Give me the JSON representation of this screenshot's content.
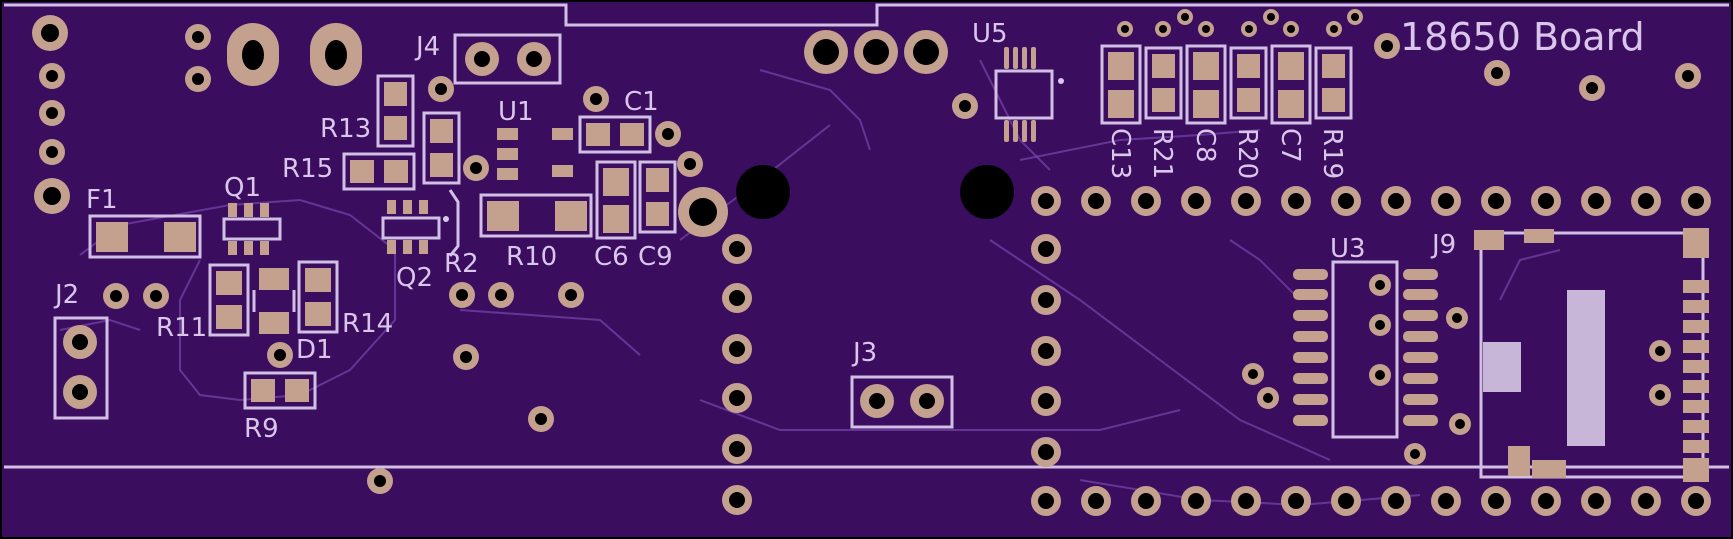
{
  "board": {
    "title": "18650 Board",
    "colors": {
      "background": "#000000",
      "substrate": "#3b0d5f",
      "silkscreen": "#d9c6ea",
      "copper_pad": "#c4a08f",
      "drill": "#000000"
    }
  },
  "labels": {
    "j4": "J4",
    "u1": "U1",
    "c1": "C1",
    "r13": "R13",
    "r15": "R15",
    "f1": "F1",
    "q1": "Q1",
    "q2": "Q2",
    "r2": "R2",
    "r10": "R10",
    "c6": "C6",
    "c9": "C9",
    "j2": "J2",
    "r11": "R11",
    "r14": "R14",
    "d1": "D1",
    "r9": "R9",
    "j3": "J3",
    "u5": "U5",
    "c13": "C13",
    "r21": "R21",
    "c8": "C8",
    "r20": "R20",
    "c7": "C7",
    "r19": "R19",
    "u3": "U3",
    "j9": "J9"
  }
}
